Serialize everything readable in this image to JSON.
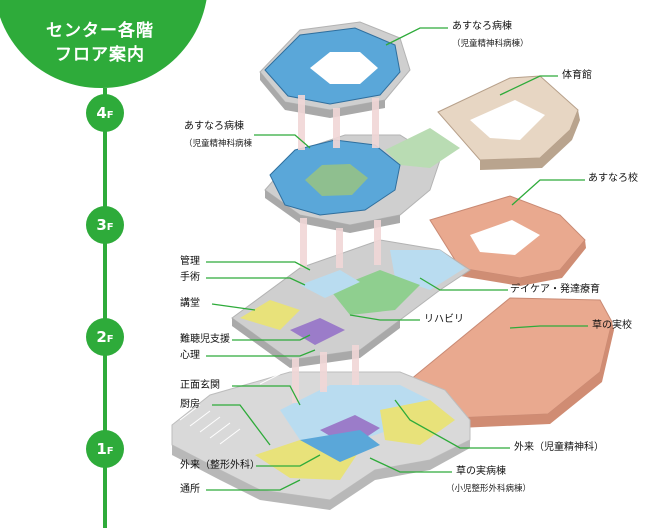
{
  "header": {
    "title_line1": "センター各階",
    "title_line2": "フロア案内"
  },
  "floors": [
    {
      "label": "4",
      "suffix": "F"
    },
    {
      "label": "3",
      "suffix": "F"
    },
    {
      "label": "2",
      "suffix": "F"
    },
    {
      "label": "1",
      "suffix": "F"
    }
  ],
  "labels": {
    "asunaro_ward_top": "あすなろ病棟",
    "asunaro_ward_top_sub": "（児童精神科病棟）",
    "gym": "体育館",
    "asunaro_ward_mid": "あすなろ病棟",
    "asunaro_ward_mid_sub": "（児童精神科病棟",
    "asunaro_school": "あすなろ校",
    "admin": "管理",
    "surgery": "手術",
    "lecture_hall": "講堂",
    "daycare": "デイケア・発達療育",
    "rehab": "リハビリ",
    "kusanomi_school": "草の実校",
    "hearing_support": "難聴児支援",
    "psychology": "心理",
    "main_entrance": "正面玄関",
    "kitchen": "厨房",
    "outpatient_child_psych": "外来（児童精神科）",
    "outpatient_ortho": "外来（整形外科）",
    "kusanomi_ward": "草の実病棟",
    "kusanomi_ward_sub": "（小児整形外科病棟）",
    "day_care": "通所"
  },
  "colors": {
    "brand_green": "#2eab3a",
    "blue_ward": "#5aa7d9",
    "light_blue": "#b9dcf0",
    "green_zone": "#8fcf8f",
    "yellow_zone": "#e8e27a",
    "purple_zone": "#9b7cc9",
    "salmon_building": "#e9a98f",
    "beige_building": "#e7d6c3",
    "gray_slab": "#cfcfcf"
  }
}
